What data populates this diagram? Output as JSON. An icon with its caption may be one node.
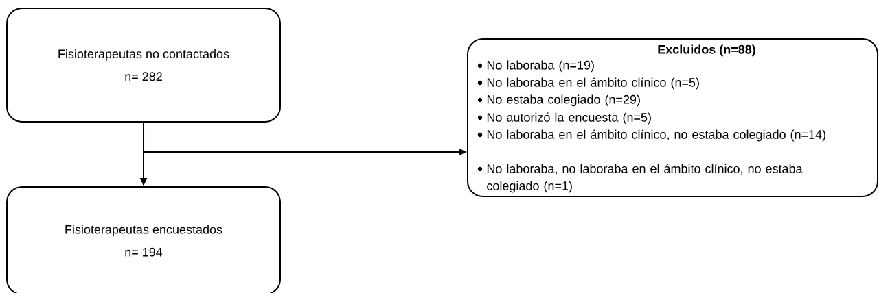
{
  "diagram": {
    "nodes": [
      {
        "text": [
          "Fisioterapeutas no contactados",
          "n= 282"
        ]
      },
      {
        "text": [
          "Fisioterapeutas encuestados",
          "n= 194"
        ]
      },
      {
        "text": [
          "Excluidos (n=88)",
          "No laboraba (n=19)",
          "No laboraba en el ámbito clínico (n=5)",
          "No estaba colegiado (n=29)",
          "No autorizó la encuesta (n=5)",
          "No laboraba en el ámbito clínico, no estaba colegiado (n=14)",
          "No laboraba, no laboraba en el ámbito clínico, no estaba colegiado (n=1)"
        ]
      }
    ],
    "edges": [
      {
        "from": 0,
        "to": 1,
        "arrow": "to"
      },
      {
        "from": 0,
        "to": 2,
        "arrow": "to"
      }
    ]
  }
}
